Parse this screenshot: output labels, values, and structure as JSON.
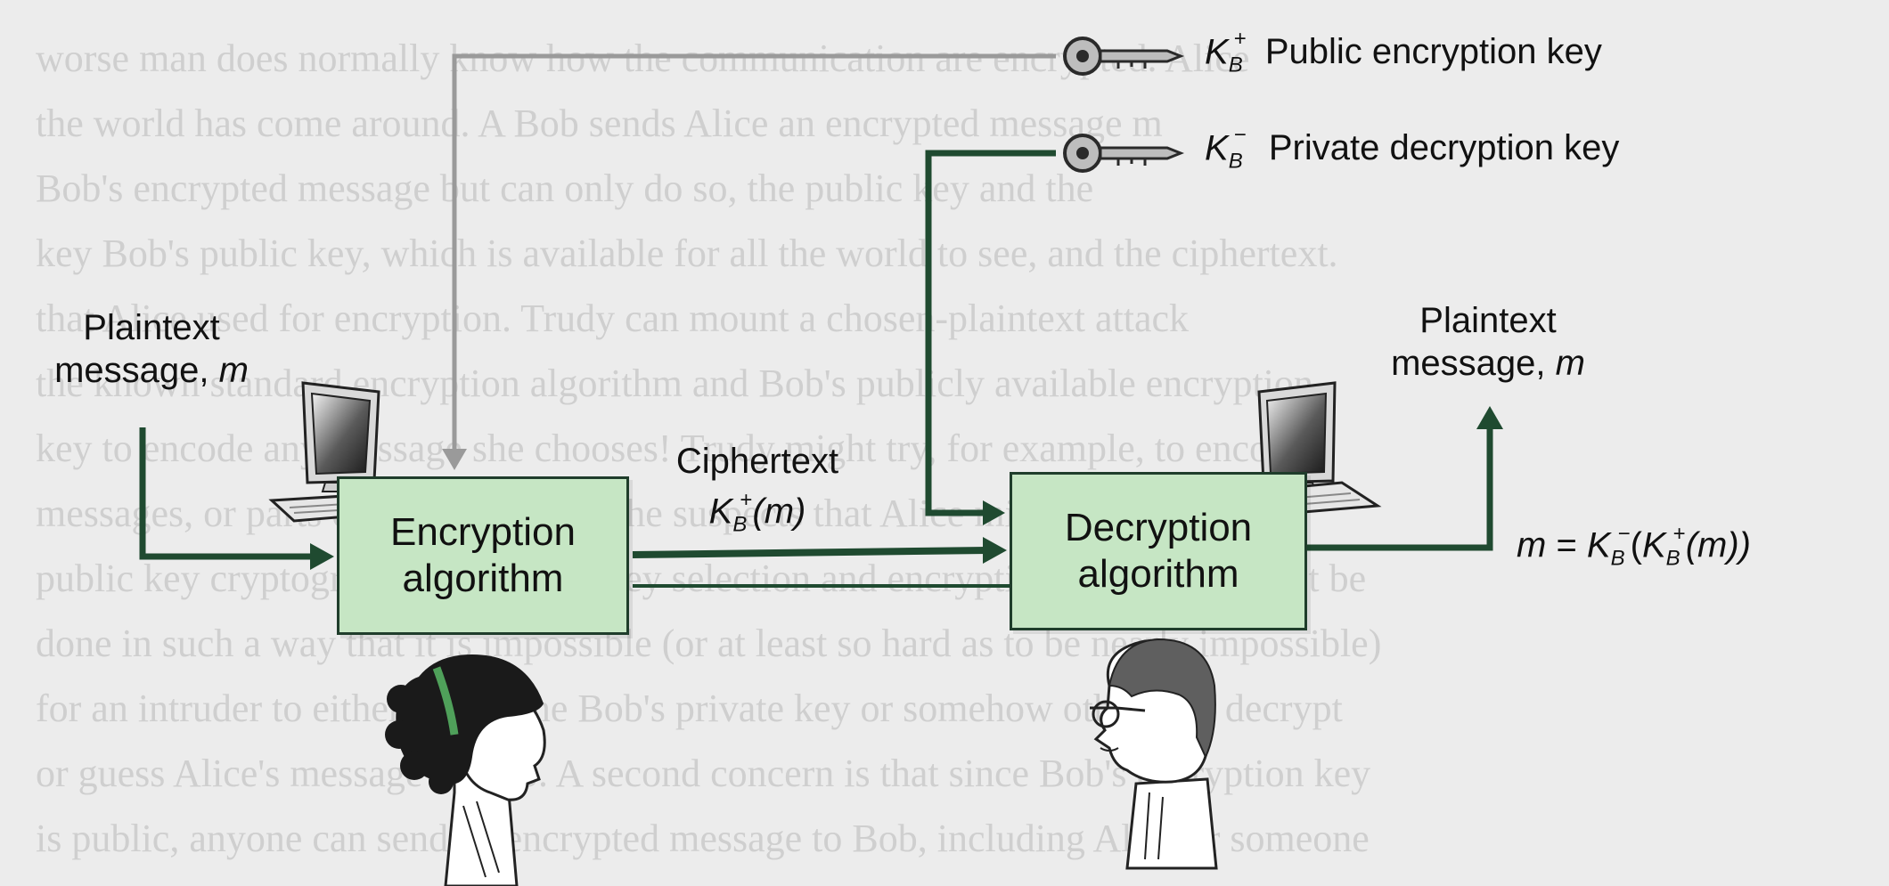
{
  "background_text_lines": [
    "worse man does normally know how the communication are encrypted. Alice",
    "the world has come around. A Bob sends Alice an encrypted message m",
    "Bob's encrypted message but can only do so, the public key and the",
    "key Bob's public key, which is available for all the world to see, and the ciphertext.",
    "that Alice used for encryption. Trudy can mount a chosen-plaintext attack",
    "the known standard encryption algorithm and Bob's publicly available encryption",
    "key to encode any message she chooses! Trudy might try, for example, to encode",
    "messages, or parts of messages, that she suspects that Alice might send, and",
    "public key cryptography is to work, key selection and encryption/decryption must be",
    "done in such a way that it is impossible (or at least so hard as to be nearly impossible)",
    "for an intruder to either determine Bob's private key or somehow otherwise decrypt",
    "or guess Alice's message to Bob. A second concern is that since Bob's encryption key",
    "is public, anyone can send an encrypted message to Bob, including Alice or someone"
  ],
  "keys": {
    "public": {
      "symbol": "K",
      "subscript": "B",
      "superscript": "+",
      "label": "Public encryption key"
    },
    "private": {
      "symbol": "K",
      "subscript": "B",
      "superscript": "−",
      "label": "Private decryption key"
    }
  },
  "left_plaintext": {
    "line1": "Plaintext",
    "line2": "message, ",
    "var": "m"
  },
  "right_plaintext": {
    "line1": "Plaintext",
    "line2": "message, ",
    "var": "m"
  },
  "encryption_box": {
    "line1": "Encryption",
    "line2": "algorithm"
  },
  "decryption_box": {
    "line1": "Decryption",
    "line2": "algorithm"
  },
  "ciphertext": {
    "label": "Ciphertext",
    "K": "K",
    "sub": "B",
    "sup": "+",
    "arg": "(m)"
  },
  "result": {
    "m": "m",
    "eq": " = ",
    "K1": "K",
    "sub1": "B",
    "sup1": "−",
    "open": "(",
    "K2": "K",
    "sub2": "B",
    "sup2": "+",
    "arg": "(m))"
  },
  "colors": {
    "arrow": "#1f4a30",
    "box_fill": "#c6e6c4",
    "box_border": "#1f3d2b",
    "public_key_line": "#9a9a9a",
    "background": "#ececec"
  },
  "icons": [
    "key-icon",
    "computer-icon",
    "alice-person-icon",
    "bob-person-icon"
  ]
}
